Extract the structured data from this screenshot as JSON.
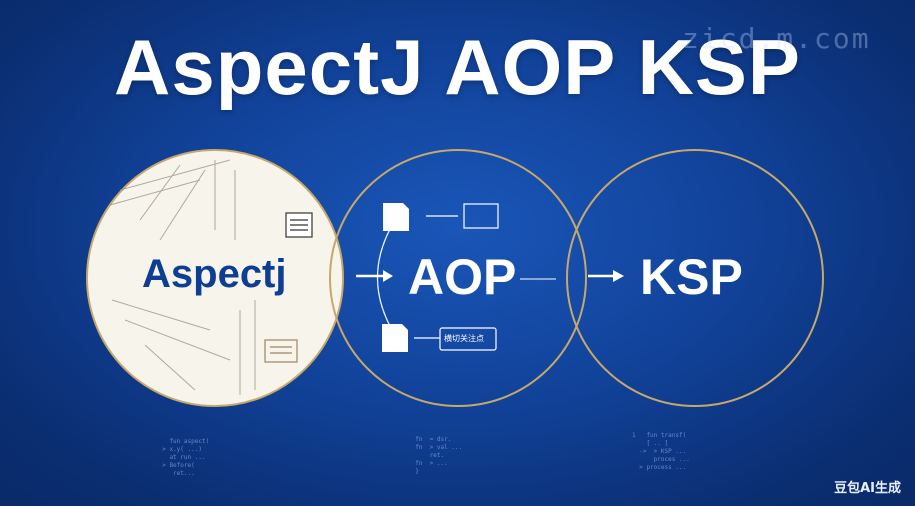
{
  "title": "AspectJ AOP KSP",
  "watermark": "zicd.m.com",
  "nodes": {
    "aspectj": "Aspectj",
    "aop": "AOP",
    "ksp": "KSP"
  },
  "mini_label": "横切关注点",
  "badge": "豆包AI生成",
  "code_snippets": [
    "    fun aspect(\n  > x.y( ...)\n    at run ...\n  > Before(\n     ret...",
    "  fn  = dsr.\n  fn  > val ...\n      ret.\n  fn  > ...\n  }",
    "1   fun transf(\n    [ .. ]\n  ->  > KSP ...\n      proces ...\n  > process ..."
  ],
  "colors": {
    "background": "#114299",
    "ring": "#c7a86a",
    "white_disc": "#f7f4ec"
  }
}
